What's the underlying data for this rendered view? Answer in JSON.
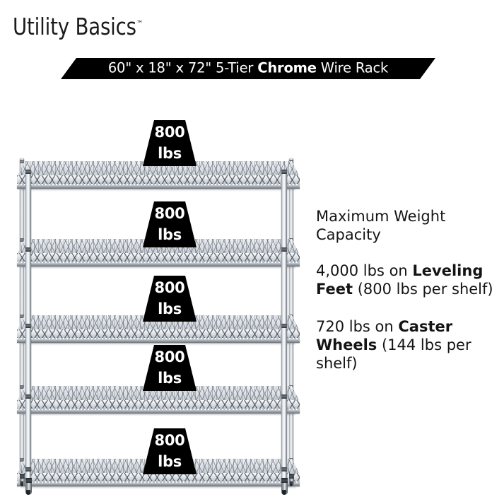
{
  "brand": {
    "name": "Utility Basics",
    "trademark": "™"
  },
  "banner": {
    "prefix": "60\" x 18\" x 72\" 5-Tier ",
    "emphasis": "Chrome",
    "suffix": " Wire Rack",
    "background_color": "#000000",
    "text_color": "#ffffff"
  },
  "product": {
    "type": "5-tier chrome wire shelving rack",
    "tiers": 5,
    "shelf_badges": [
      {
        "value": "800",
        "unit": "lbs"
      },
      {
        "value": "800",
        "unit": "lbs"
      },
      {
        "value": "800",
        "unit": "lbs"
      },
      {
        "value": "800",
        "unit": "lbs"
      },
      {
        "value": "800",
        "unit": "lbs"
      }
    ],
    "badge_color": "#000000"
  },
  "capacity": {
    "heading_line1": "Maximum Weight",
    "heading_line2": "Capacity",
    "leveling": {
      "lead": "4,000 lbs on ",
      "bold": "Leveling Feet",
      "tail": " (800 lbs per shelf)"
    },
    "caster": {
      "lead": "720 lbs on ",
      "bold": "Caster Wheels",
      "tail": " (144 lbs per shelf)"
    }
  }
}
